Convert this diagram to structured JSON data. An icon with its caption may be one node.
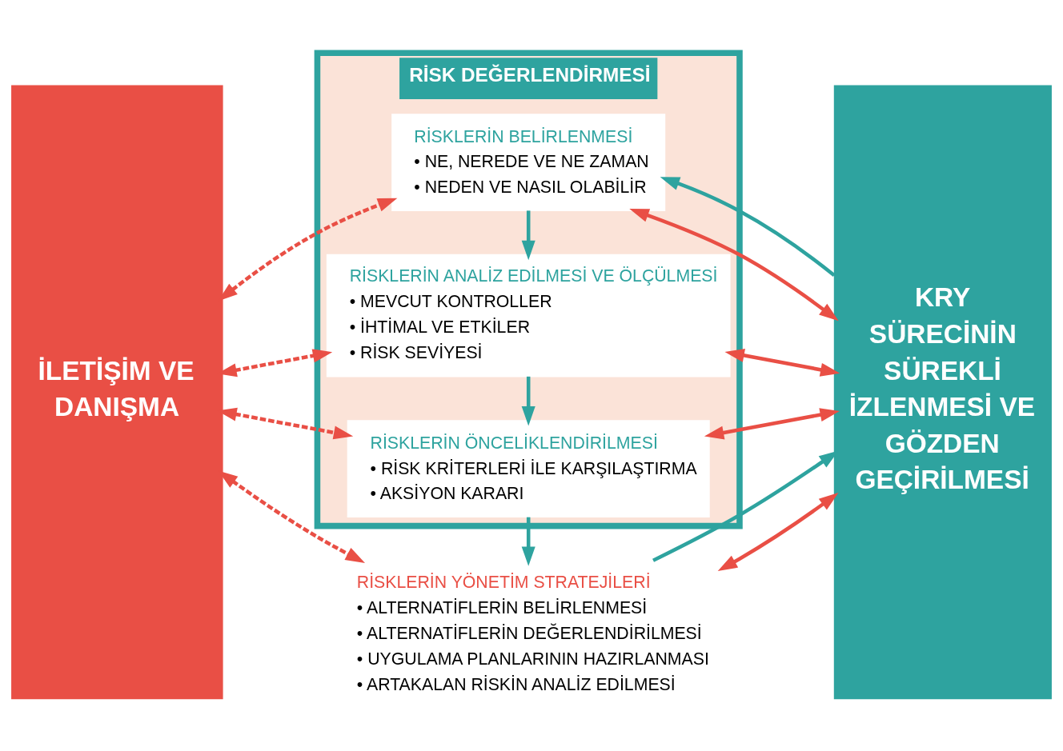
{
  "diagram": {
    "nodes": [
      {
        "text": [
          "İLETİŞİM VE DANIŞMA"
        ]
      },
      {
        "text": [
          "RİSK DEĞERLENDİRMESİ"
        ]
      },
      {
        "text": [
          "RİSKLERİN BELİRLENMESİ",
          "• NE, NEREDE VE NE ZAMAN",
          "• NEDEN VE NASIL OLABİLİR"
        ],
        "in": 1
      },
      {
        "text": [
          "RİSKLERİN ANALİZ EDİLMESİ VE ÖLÇÜLMESİ",
          "• MEVCUT KONTROLLER",
          "• İHTİMAL VE ETKİLER",
          "• RİSK SEVİYESİ"
        ],
        "in": 1
      },
      {
        "text": [
          "RİSKLERİN ÖNCELİKLENDİRİLMESİ",
          "• RİSK KRİTERLERİ İLE KARŞILAŞTIRMA",
          "• AKSİYON KARARI"
        ],
        "in": 1
      },
      {
        "text": [
          "RİSKLERİN YÖNETİM STRATEJİLERİ",
          "• ALTERNATİFLERİN BELİRLENMESİ",
          "• ALTERNATİFLERİN DEĞERLENDİRİLMESİ",
          "• UYGULAMA PLANLARININ HAZIRLANMASI",
          "• ARTAKALAN RİSKİN ANALİZ EDİLMESİ"
        ]
      },
      {
        "text": [
          "KRY SÜRECİNİN SÜREKLİ İZLENMESİ VE GÖZDEN GEÇİRİLMESİ"
        ]
      }
    ],
    "edges": [
      {
        "from": 0,
        "to": 2,
        "arrow": "both",
        "style": "dashed"
      },
      {
        "from": 2,
        "to": 6,
        "arrow": "both"
      },
      {
        "from": 0,
        "to": 3,
        "arrow": "both",
        "style": "dashed"
      },
      {
        "from": 3,
        "to": 6,
        "arrow": "both"
      },
      {
        "from": 0,
        "to": 4,
        "arrow": "both",
        "style": "dashed"
      },
      {
        "from": 4,
        "to": 6,
        "arrow": "both"
      },
      {
        "from": 0,
        "to": 5,
        "arrow": "both",
        "style": "dashed"
      },
      {
        "from": 5,
        "to": 6,
        "arrow": "both"
      },
      {
        "from": 6,
        "to": 2,
        "arrow": "to",
        "color": "#2ea39f"
      },
      {
        "from": 2,
        "to": 3,
        "arrow": "to",
        "color": "#2ea39f"
      },
      {
        "from": 3,
        "to": 4,
        "arrow": "to",
        "color": "#2ea39f"
      },
      {
        "from": 4,
        "to": 5,
        "arrow": "to",
        "color": "#2ea39f"
      },
      {
        "from": 5,
        "to": 6,
        "arrow": "to",
        "color": "#2ea39f"
      }
    ]
  }
}
